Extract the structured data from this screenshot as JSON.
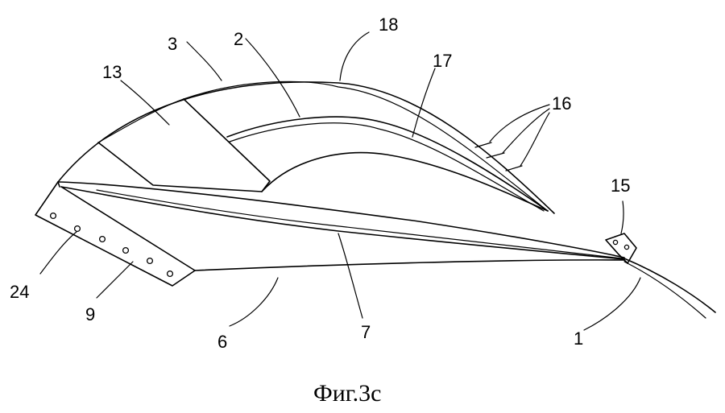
{
  "figure": {
    "caption": "Фиг.3с",
    "labels": {
      "l1": "1",
      "l2": "2",
      "l3": "3",
      "l6": "6",
      "l7": "7",
      "l9": "9",
      "l13": "13",
      "l15": "15",
      "l16": "16",
      "l17": "17",
      "l18": "18",
      "l24": "24"
    }
  }
}
